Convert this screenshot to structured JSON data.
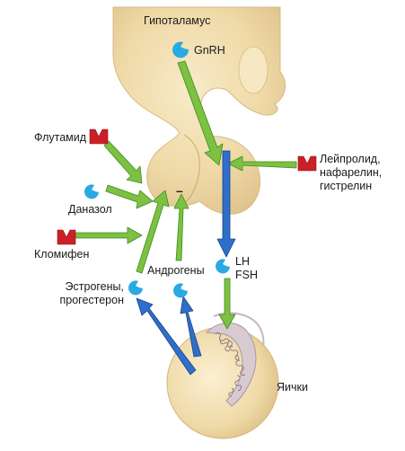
{
  "labels": {
    "hypothalamus": "Гипоталамус",
    "gnrh": "GnRH",
    "flutamide": "Флутамид",
    "danazol": "Даназол",
    "clomiphene": "Кломифен",
    "leuprolide": "Лейпролид,\nнафарелин,\nгистрелин",
    "lh_fsh": "LH\nFSH",
    "androgens": "Андрогены",
    "estrogens": "Эстрогены,\nпрогестерон",
    "testes": "Яички",
    "minus": "–"
  },
  "icons": {
    "receptor_ligand": "blue-circle-with-notch",
    "antagonist": "red-cup-antagonist"
  },
  "colors": {
    "tissue": "#efd9a6",
    "tissue_dark": "#d9bb7d",
    "ligand": "#2aaae2",
    "antagonist": "#cc2026",
    "stim_arrow": "#7dc142",
    "stim_arrow_edge": "#3f8a1f",
    "feedback_arrow": "#2f6fc9",
    "feedback_arrow_edge": "#17448c",
    "epididymis": "#c7b9c3"
  }
}
